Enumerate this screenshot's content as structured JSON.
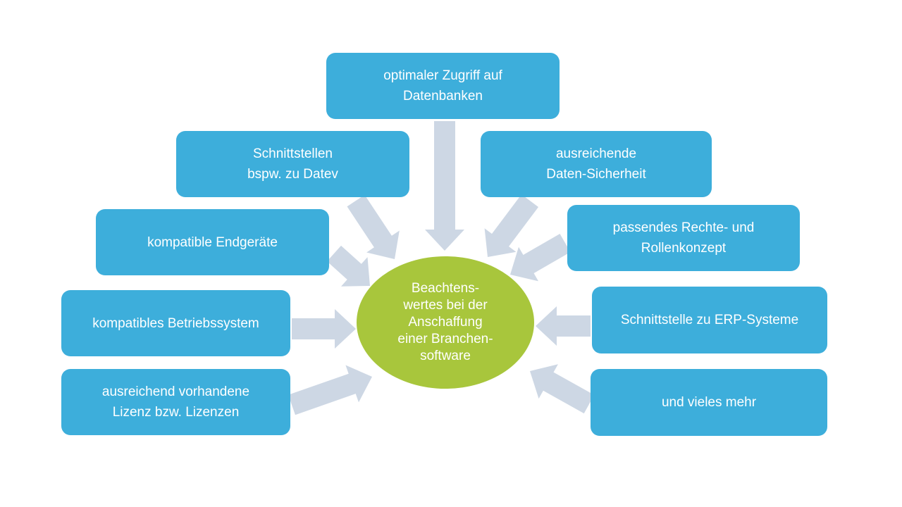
{
  "diagram": {
    "center": {
      "label": "Beachtens-\nwertes bei der\nAnschaffung\neiner Branchen-\nsoftware"
    },
    "nodes": [
      {
        "id": "zugriff",
        "label": "optimaler Zugriff auf\nDatenbanken"
      },
      {
        "id": "schnittstellen",
        "label": "Schnittstellen\nbspw. zu Datev"
      },
      {
        "id": "sicherheit",
        "label": "ausreichende\nDaten-Sicherheit"
      },
      {
        "id": "endgeraete",
        "label": "kompatible Endgeräte"
      },
      {
        "id": "rechte",
        "label": "passendes Rechte- und\nRollenkonzept"
      },
      {
        "id": "betriebssystem",
        "label": "kompatibles Betriebssystem"
      },
      {
        "id": "erp",
        "label": "Schnittstelle zu ERP-Systeme"
      },
      {
        "id": "lizenz",
        "label": "ausreichend vorhandene\nLizenz bzw. Lizenzen"
      },
      {
        "id": "mehr",
        "label": "und vieles mehr"
      }
    ],
    "colors": {
      "node": "#3daedb",
      "center": "#a8c63c",
      "arrow": "#cdd7e4",
      "text": "#ffffff"
    }
  }
}
